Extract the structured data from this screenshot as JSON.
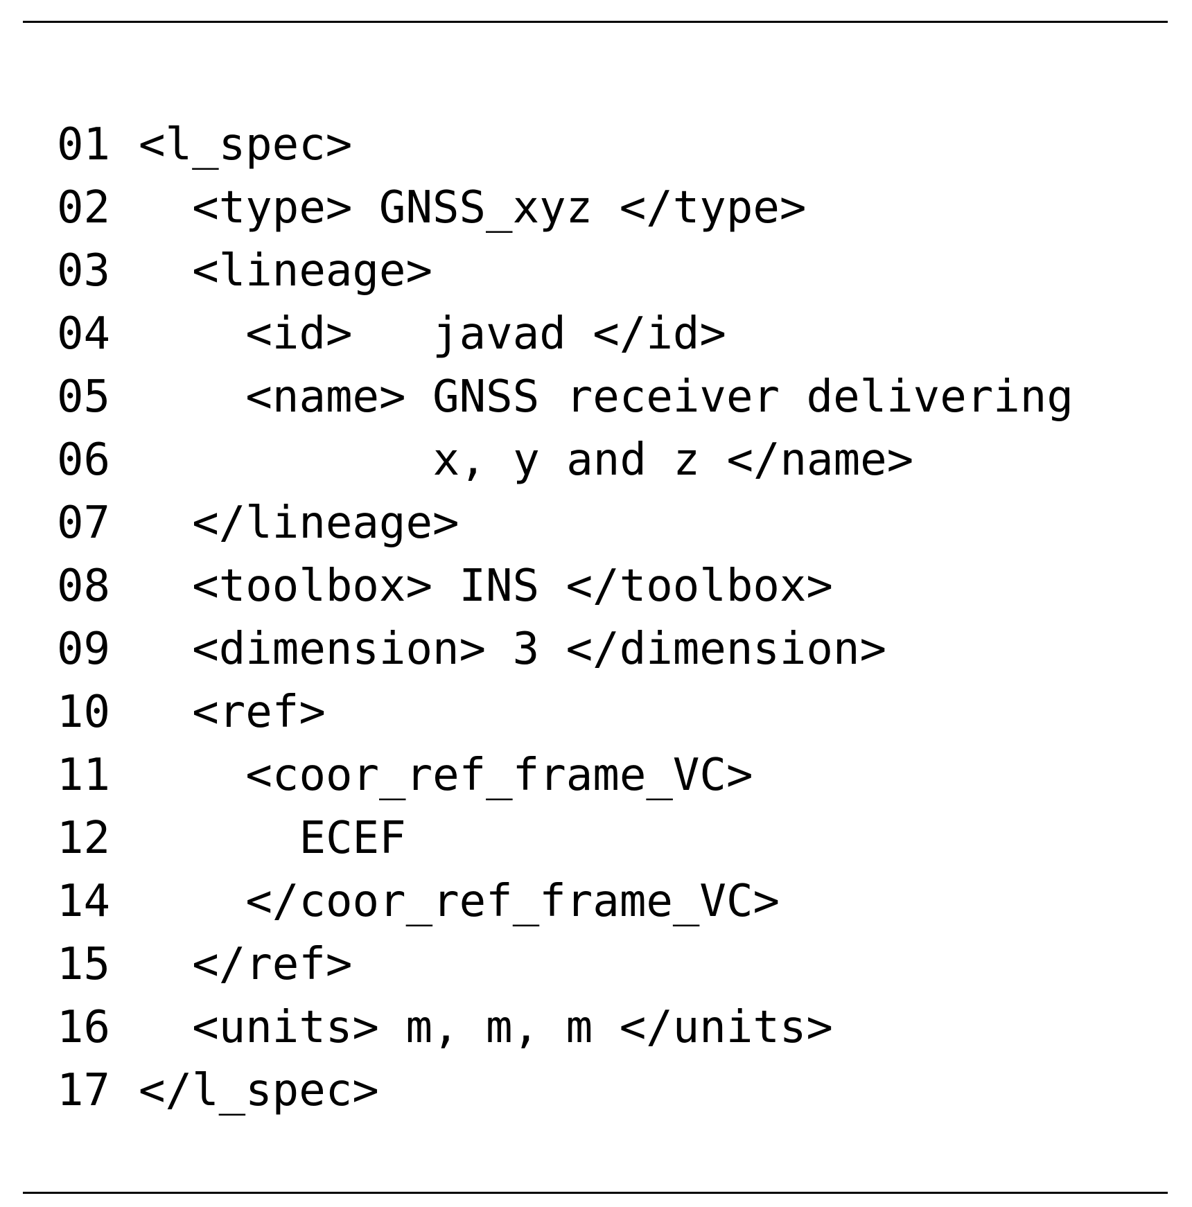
{
  "listing": {
    "lines": [
      {
        "number": "01",
        "text": "<l_spec>",
        "indent": 0
      },
      {
        "number": "02",
        "text": "<type> GNSS_xyz </type>",
        "indent": 2
      },
      {
        "number": "03",
        "text": "<lineage>",
        "indent": 2
      },
      {
        "number": "04",
        "text": "<id>   javad </id>",
        "indent": 4
      },
      {
        "number": "05",
        "text": "<name> GNSS receiver delivering",
        "indent": 4
      },
      {
        "number": "06",
        "text": "x, y and z </name>",
        "indent": 11
      },
      {
        "number": "07",
        "text": "</lineage>",
        "indent": 2
      },
      {
        "number": "08",
        "text": "<toolbox> INS </toolbox>",
        "indent": 2
      },
      {
        "number": "09",
        "text": "<dimension> 3 </dimension>",
        "indent": 2
      },
      {
        "number": "10",
        "text": "<ref>",
        "indent": 2
      },
      {
        "number": "11",
        "text": "<coor_ref_frame_VC>",
        "indent": 4
      },
      {
        "number": "12",
        "text": "ECEF",
        "indent": 6
      },
      {
        "number": "14",
        "text": "</coor_ref_frame_VC>",
        "indent": 4
      },
      {
        "number": "15",
        "text": "</ref>",
        "indent": 2
      },
      {
        "number": "16",
        "text": "<units> m, m, m </units>",
        "indent": 2
      },
      {
        "number": "17",
        "text": "</l_spec>",
        "indent": 0
      }
    ]
  }
}
